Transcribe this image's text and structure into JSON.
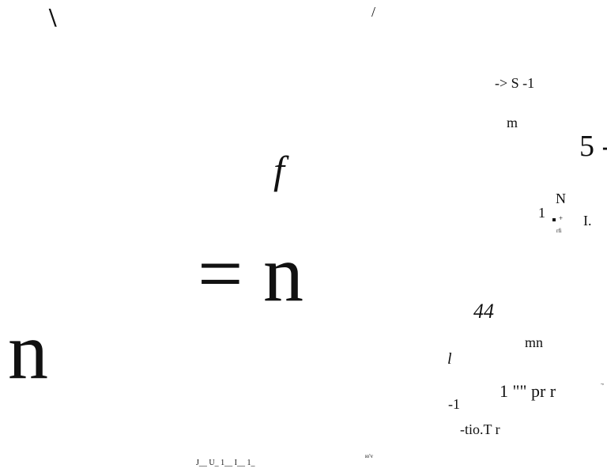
{
  "fragments": {
    "backslash": "\\",
    "slash": "/",
    "arrow_s": "-> S -1",
    "m": "m",
    "five": "5 -",
    "f": "f",
    "n_sup": "N",
    "one": "1",
    "plus": "+",
    "rfi": "rfi",
    "i_dot": "I.",
    "eq_n": "= n",
    "n_big": "n",
    "forty_four": "44",
    "mn": "mn",
    "l_italic": "l",
    "one_quotes": "1 \"\" pr r",
    "tiny_corner": ".,",
    "minus_one": "-1",
    "tio": "-tio.T r",
    "baseline_marks": "J__ U_ 1__ I__ 1_",
    "kov": "ю'v"
  }
}
